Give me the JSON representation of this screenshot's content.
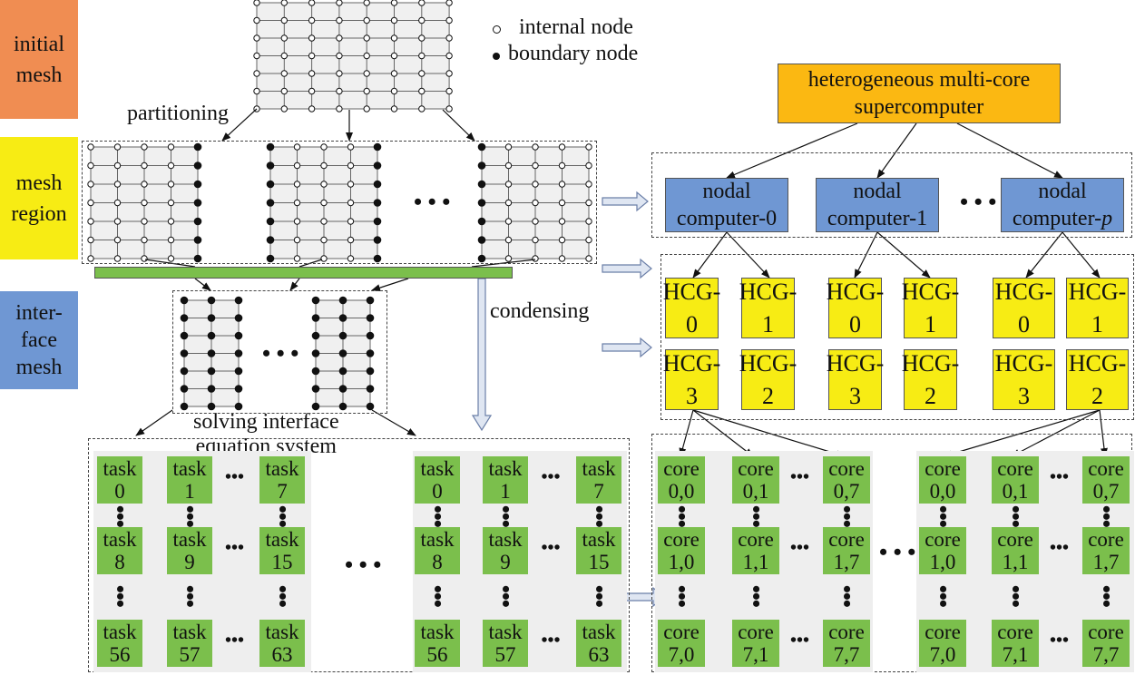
{
  "left_labels": {
    "initial_mesh": {
      "text": "initial\nmesh",
      "color": "#f08d52"
    },
    "mesh_region": {
      "text": "mesh\nregion",
      "color": "#f7ec14"
    },
    "interface_mesh": {
      "text": "inter-\nface\nmesh",
      "color": "#6f97d3"
    }
  },
  "legend": {
    "internal": "internal node",
    "boundary": "boundary node"
  },
  "labels": {
    "partitioning": "partitioning",
    "condensing": "condensing",
    "solving": "solving interface\nequation system",
    "ellipsis": "• • •"
  },
  "super": {
    "text": "heterogeneous multi-core\nsupercomputer",
    "color": "#fbb812"
  },
  "nodal": [
    "nodal\ncomputer-0",
    "nodal\ncomputer-1",
    "nodal\ncomputer-p"
  ],
  "hcg_groups": [
    {
      "top": [
        "HCG-\n0",
        "HCG-\n1"
      ],
      "bottom": [
        "HCG-\n3",
        "HCG-\n2"
      ]
    },
    {
      "top": [
        "HCG-\n0",
        "HCG-\n1"
      ],
      "bottom": [
        "HCG-\n3",
        "HCG-\n2"
      ]
    },
    {
      "top": [
        "HCG-\n0",
        "HCG-\n1"
      ],
      "bottom": [
        "HCG-\n3",
        "HCG-\n2"
      ]
    }
  ],
  "tasks": [
    "task\n0",
    "task\n1",
    "task\n7",
    "task\n8",
    "task\n9",
    "task\n15",
    "task\n56",
    "task\n57",
    "task\n63"
  ],
  "cores": [
    "core\n0,0",
    "core\n0,1",
    "core\n0,7",
    "core\n1,0",
    "core\n1,1",
    "core\n1,7",
    "core\n7,0",
    "core\n7,1",
    "core\n7,7"
  ],
  "colors": {
    "green": "#7bbf4c",
    "grid_bg": "#f0f0f0",
    "bar": "#7bbf4c",
    "arrow_fill": "#dfe6f2",
    "arrow_stroke": "#6b7fa8"
  }
}
